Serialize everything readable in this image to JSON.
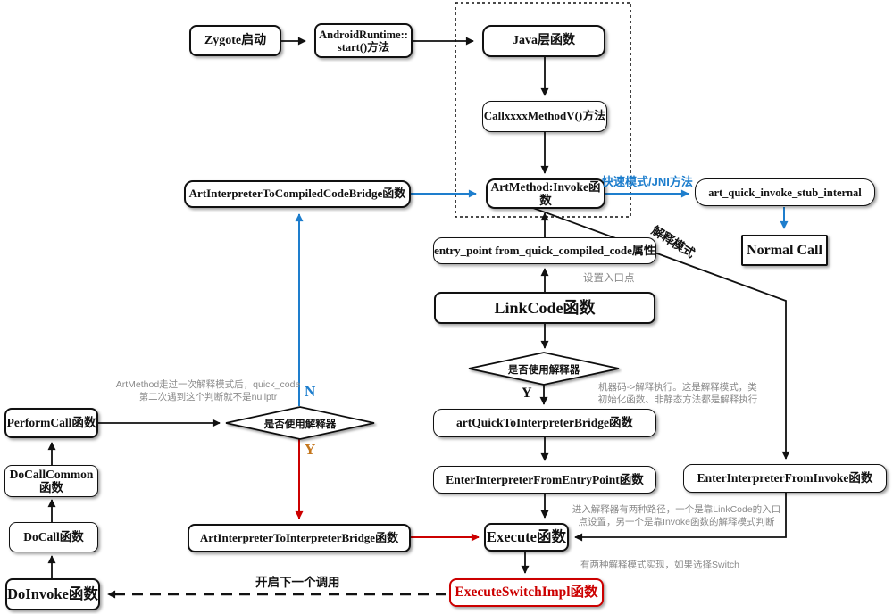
{
  "nodes": {
    "zygote": "Zygote启动",
    "android_runtime": "AndroidRuntime::\nstart()方法",
    "java_layer": "Java层函数",
    "call_method_v": "CallxxxxMethodV()方法",
    "art_method_invoke": "ArtMethod:Invoke函数",
    "art_interp_to_compiled": "ArtInterpreterToCompiledCodeBridge函数",
    "art_quick_stub": "art_quick_invoke_stub_internal",
    "normal_call": "Normal Call",
    "entry_point": "entry_point from_quick_compiled_code属性",
    "link_code": "LinkCode函数",
    "art_quick_to_interp": "artQuickToInterpreterBridge函数",
    "enter_from_entry_point": "EnterInterpreterFromEntryPoint函数",
    "enter_from_invoke": "EnterInterpreterFromInvoke函数",
    "execute": "Execute函数",
    "execute_switch_impl": "ExecuteSwitchImpl函数",
    "art_interp_to_interp": "ArtInterpreterToInterpreterBridge函数",
    "perform_call": "PerformCall函数",
    "do_call_common": "DoCallCommon\n函数",
    "do_call": "DoCall函数",
    "do_invoke": "DoInvoke函数"
  },
  "decisions": {
    "use_interpreter_center": "是否使用解释器",
    "use_interpreter_left": "是否使用解释器"
  },
  "branch_labels": {
    "center_yes": "Y",
    "left_no": "N",
    "left_yes": "Y"
  },
  "edge_labels": {
    "fast_mode": "快速模式/JNI方法",
    "interpret_mode": "解释模式",
    "set_entry_point": "设置入口点",
    "next_call": "开启下一个调用"
  },
  "annotations": {
    "quick_code": "ArtMethod走过一次解释模式后，quick_code\n第二次遇到这个判断就不是nullptr",
    "machine_code": "机器码->解释执行。这是解释模式，类\n初始化函数、非静态方法都是解释执行",
    "two_paths": "进入解释器有两种路径，一个是靠LinkCode的入口\n点设置，另一个是靠Invoke函数的解释模式判断",
    "two_impls": "有两种解释模式实现，如果选择Switch"
  },
  "colors": {
    "blue": "#1e7ecd",
    "red": "#cc0000",
    "orange": "#c4761d",
    "gray": "#8a8a8a",
    "line": "#111111"
  }
}
